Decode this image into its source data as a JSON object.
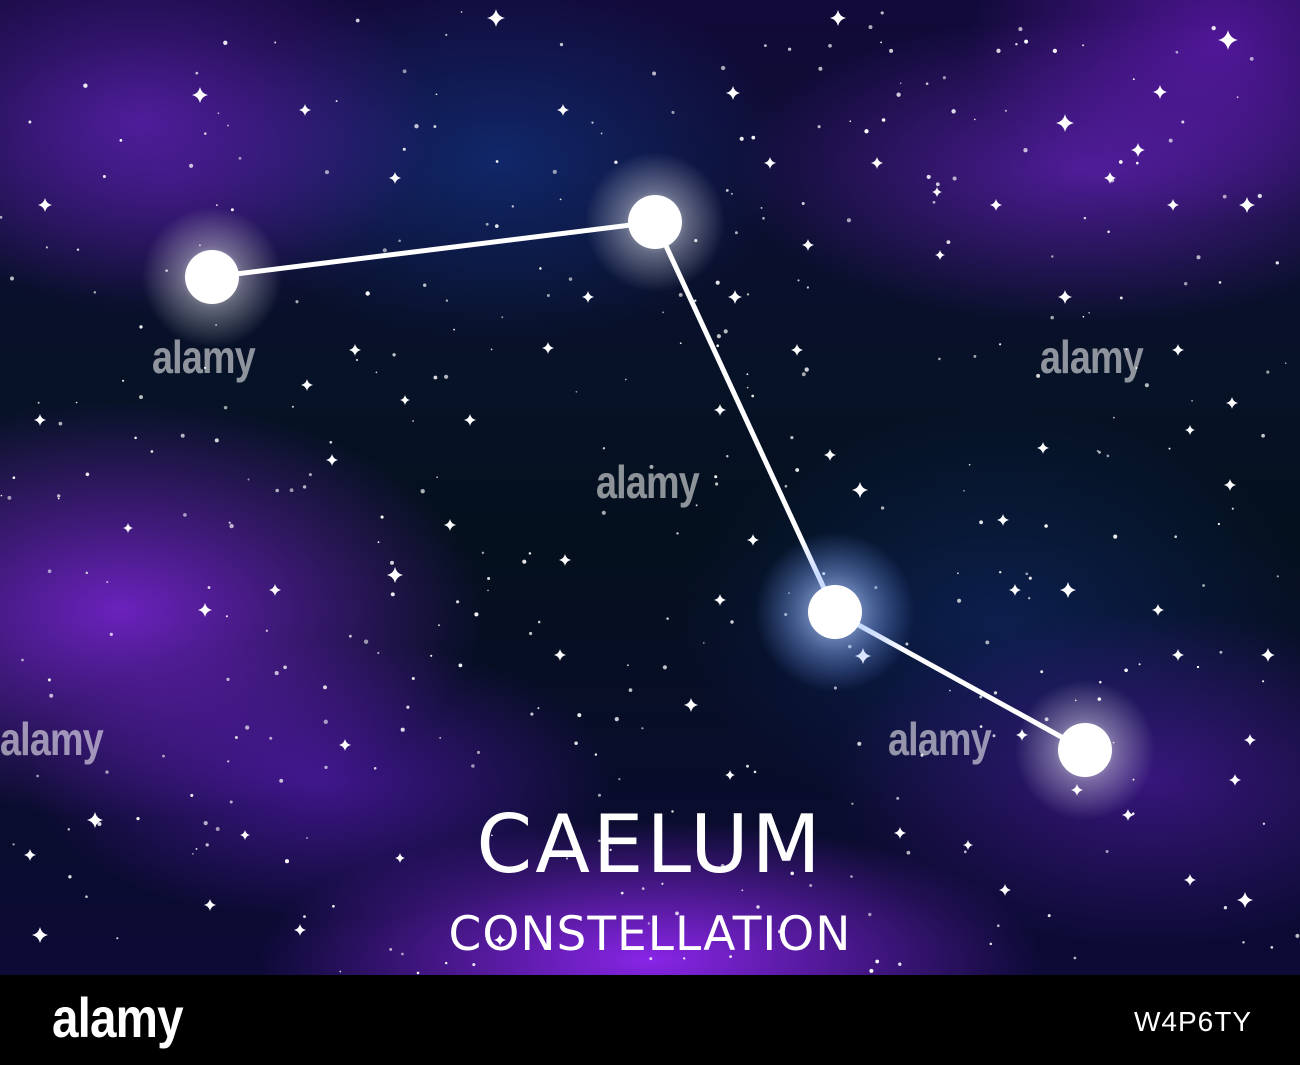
{
  "title": "CAELUM",
  "subtitle": "CONSTELLATION",
  "watermark_text": "alamy",
  "footer": {
    "logo": "alamy",
    "image_id": "W4P6TY"
  },
  "colors": {
    "star": "#ffffff",
    "nebula": "#8a2be2",
    "sky": "#04101d"
  }
}
